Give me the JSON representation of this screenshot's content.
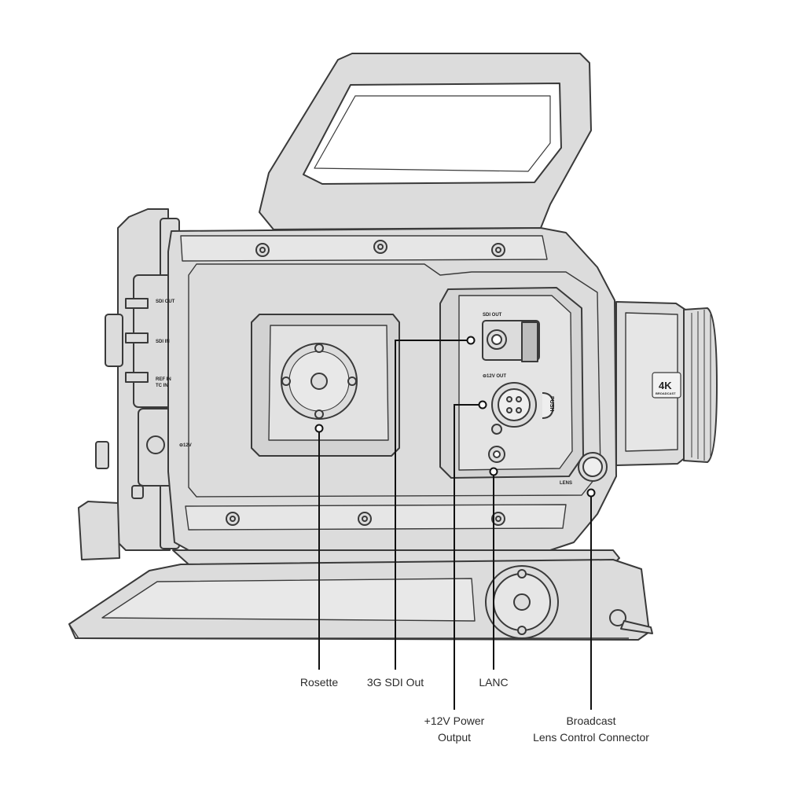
{
  "panel_labels": {
    "sdi_out": "SDI OUT",
    "sdi_in": "SDI IN",
    "ref_in_line1": "REF IN",
    "ref_in_line2": "TC IN",
    "power_12v": "⊖12V",
    "side_sdi_out": "SDI OUT",
    "side_12v_out": "⊖12V OUT",
    "push": "PUSH",
    "lens": "LENS",
    "badge_4k": "4K",
    "badge_broadcast": "BROADCAST"
  },
  "callouts": [
    {
      "id": "rosette",
      "lines": [
        "Rosette"
      ]
    },
    {
      "id": "sdi",
      "lines": [
        "3G SDI Out"
      ]
    },
    {
      "id": "lanc",
      "lines": [
        "LANC"
      ]
    },
    {
      "id": "power",
      "lines": [
        "+12V Power",
        "Output"
      ]
    },
    {
      "id": "lens",
      "lines": [
        "Broadcast",
        "Lens Control Connector"
      ]
    }
  ],
  "colors": {
    "body_fill": "#dcdcdc",
    "body_stroke": "#3a3a3a",
    "leader": "#111111",
    "label_text": "#2b2b2b"
  }
}
